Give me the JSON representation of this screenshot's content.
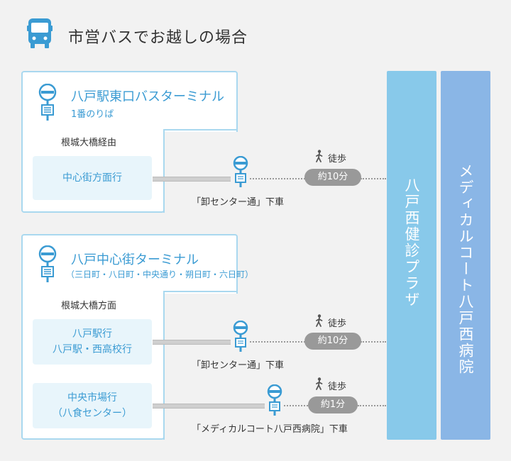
{
  "title": "市営バスでお越しの場合",
  "colors": {
    "accent": "#3a9bd3",
    "box_border": "#a9d8ef",
    "dest_bg": "#e8f5fb",
    "plaza": "#88c9ea",
    "hospital": "#8ab6e6",
    "pill": "#999999"
  },
  "icons": {
    "title": "bus-icon",
    "terminal": "bus-stop-icon",
    "walk": "walking-person-icon"
  },
  "terminal1": {
    "name": "八戸駅東口バスターミナル",
    "sub": "1番のりば",
    "via": "根城大橋経由",
    "routes": [
      {
        "dest_lines": [
          "中心街方面行"
        ],
        "stop": "「卸センター通」下車",
        "walk_label": "徒歩",
        "walk_time": "約10分"
      }
    ]
  },
  "terminal2": {
    "name": "八戸中心街ターミナル",
    "sub": "（三日町・八日町・中央通り・朔日町・六日町）",
    "via": "根城大橋方面",
    "routes": [
      {
        "dest_lines": [
          "八戸駅行",
          "八戸駅・西高校行"
        ],
        "stop": "「卸センター通」下車",
        "walk_label": "徒歩",
        "walk_time": "約10分"
      },
      {
        "dest_lines": [
          "中央市場行",
          "（八食センター）"
        ],
        "stop": "「メディカルコート八戸西病院」下車",
        "walk_label": "徒歩",
        "walk_time": "約1分"
      }
    ]
  },
  "destinations": {
    "plaza": "八戸西健診プラザ",
    "hospital": "メディカルコート八戸西病院"
  }
}
